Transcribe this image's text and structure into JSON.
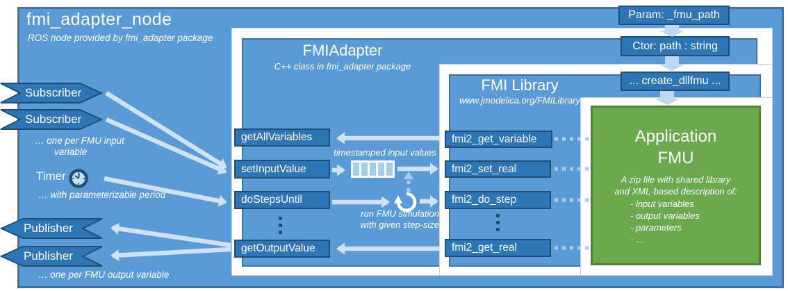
{
  "node": {
    "title": "fmi_adapter_node",
    "subtitle": "ROS node provided by fmi_adapter package"
  },
  "top_flow": {
    "param": "Param: _fmu_path",
    "ctor": "Ctor: path : string",
    "create": "... create_dllfmu ..."
  },
  "adapter": {
    "title": "FMIAdapter",
    "subtitle": "C++ class in fmi_adapter package",
    "methods": [
      "getAllVariables",
      "setInputValue",
      "doStepsUntil",
      "getOutputValue"
    ]
  },
  "library": {
    "title": "FMI Library",
    "subtitle": "www.jmodelica.org/FMILibrary",
    "functions": [
      "fmi2_get_variable",
      "fmi2_set_real",
      "fmi2_do_step",
      "fmi2_get_real"
    ]
  },
  "fmu": {
    "title_line1": "Application",
    "title_line2": "FMU",
    "desc_line1": "A zip file with shared library",
    "desc_line2": "and XML-based description of:",
    "items": [
      "- input variables",
      "- output variables",
      "- parameters",
      "- …"
    ]
  },
  "ros": {
    "subscriber1": "Subscriber",
    "subscriber2": "Subscriber",
    "subscriber_note": "… one per FMU input variable",
    "timer_label": "Timer",
    "timer_note": "… with parameterizable period",
    "publisher1": "Publisher",
    "publisher2": "Publisher",
    "publisher_note": "… one per FMU output variable"
  },
  "flow_notes": {
    "queue": "timestamped input values",
    "loop_line1": "run FMU simulation",
    "loop_line2": "with given step-size"
  },
  "icons": {
    "timer": "clock-icon",
    "loop": "loop-refresh-icon",
    "queue": "input-queue-icon",
    "ellipsis": "vertical-ellipsis-icon"
  },
  "colors": {
    "blue_fill": "#5b9bd5",
    "blue_border": "#41719c",
    "dark_box_fill": "#2e75b6",
    "dark_box_border": "#1f4e79",
    "light_arrow": "#cfe2f3",
    "block_arrow": "#bdd7ee",
    "dash": "#a8cdec",
    "green_fill": "#6ba84e",
    "green_border": "#538135"
  }
}
